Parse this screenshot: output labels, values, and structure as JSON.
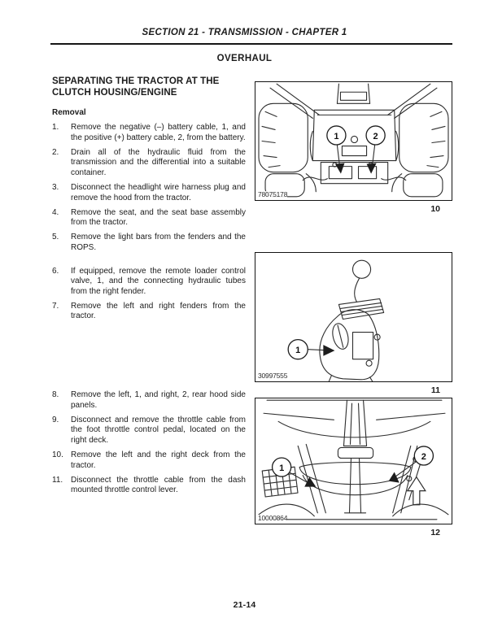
{
  "colors": {
    "ink": "#1b1b1b",
    "paper": "#ffffff"
  },
  "page": {
    "header": "SECTION 21 - TRANSMISSION - CHAPTER 1",
    "section_title": "OVERHAUL",
    "footer_page_number": "21-14"
  },
  "content": {
    "heading": "SEPARATING THE TRACTOR AT THE CLUTCH HOUSING/ENGINE",
    "subheading": "Removal",
    "steps": [
      {
        "n": "1.",
        "t": "Remove the negative (–) battery cable, 1, and the positive (+) battery cable, 2, from the battery."
      },
      {
        "n": "2.",
        "t": "Drain all of the hydraulic fluid from the transmission and the differential into a suitable container."
      },
      {
        "n": "3.",
        "t": "Disconnect the headlight wire harness plug and remove the hood from the tractor."
      },
      {
        "n": "4.",
        "t": "Remove the seat, and the seat base assembly from the tractor."
      },
      {
        "n": "5.",
        "t": "Remove the light bars from the fenders and the ROPS."
      },
      {
        "n": "6.",
        "t": "If equipped, remove the remote loader control valve, 1, and the connecting hydraulic tubes from the right fender."
      },
      {
        "n": "7.",
        "t": "Remove the left and right fenders from the tractor."
      },
      {
        "n": "8.",
        "t": "Remove the left, 1, and right, 2, rear hood side panels."
      },
      {
        "n": "9.",
        "t": "Disconnect and remove the throttle cable from the foot throttle control pedal, located on the right deck."
      },
      {
        "n": "10.",
        "t": "Remove the left and the right deck from the tractor."
      },
      {
        "n": "11.",
        "t": "Disconnect the throttle cable from the dash mounted throttle control lever."
      }
    ]
  },
  "figures": [
    {
      "part_number": "78075178",
      "number": "10",
      "callout1": "1",
      "callout2": "2"
    },
    {
      "part_number": "30997555",
      "number": "11",
      "callout1": "1"
    },
    {
      "part_number": "10000864",
      "number": "12",
      "callout1": "1",
      "callout2": "2"
    }
  ]
}
